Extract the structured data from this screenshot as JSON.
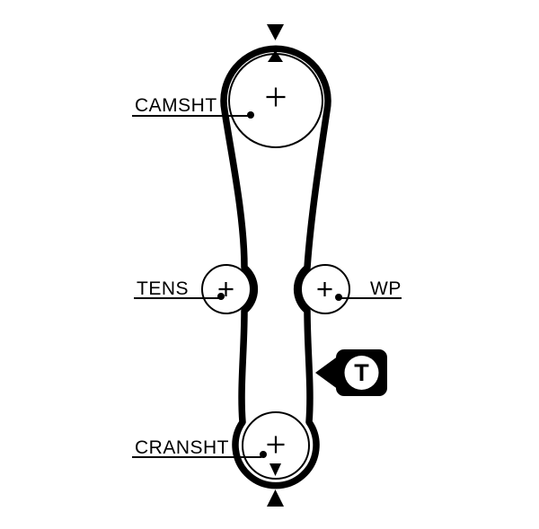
{
  "colors": {
    "ink": "#000000",
    "background": "#ffffff"
  },
  "labels": {
    "camshaft": "CAMSHT",
    "tensioner": "TENS",
    "water_pump": "WP",
    "crankshaft": "CRANSHT"
  },
  "badge": {
    "letter": "T"
  }
}
